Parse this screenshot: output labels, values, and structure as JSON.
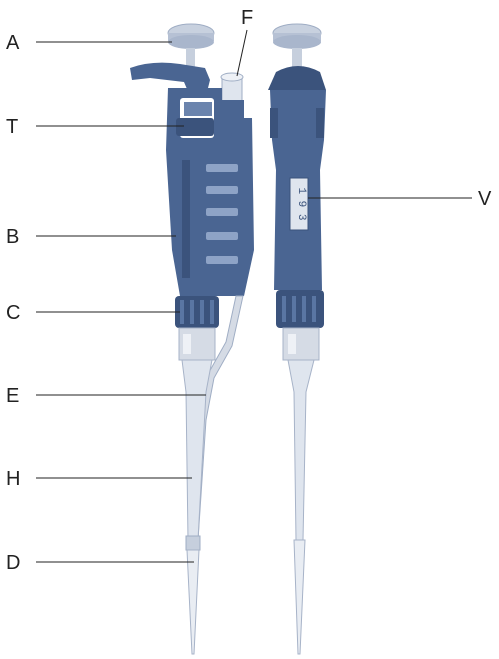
{
  "labels": {
    "A": "A",
    "T": "T",
    "B": "B",
    "C": "C",
    "E": "E",
    "H": "H",
    "D": "D",
    "F": "F",
    "V": "V"
  },
  "volume_display": "1 9 3",
  "colors": {
    "body_blue": "#4a6592",
    "body_dark": "#3b537c",
    "body_light": "#6b84ad",
    "window_light": "#8ea3c6",
    "plunger_silver": "#c3cddd",
    "collar_silver": "#d5dbe5",
    "tip_transparent": "#dfe5ee",
    "line": "#222222"
  }
}
